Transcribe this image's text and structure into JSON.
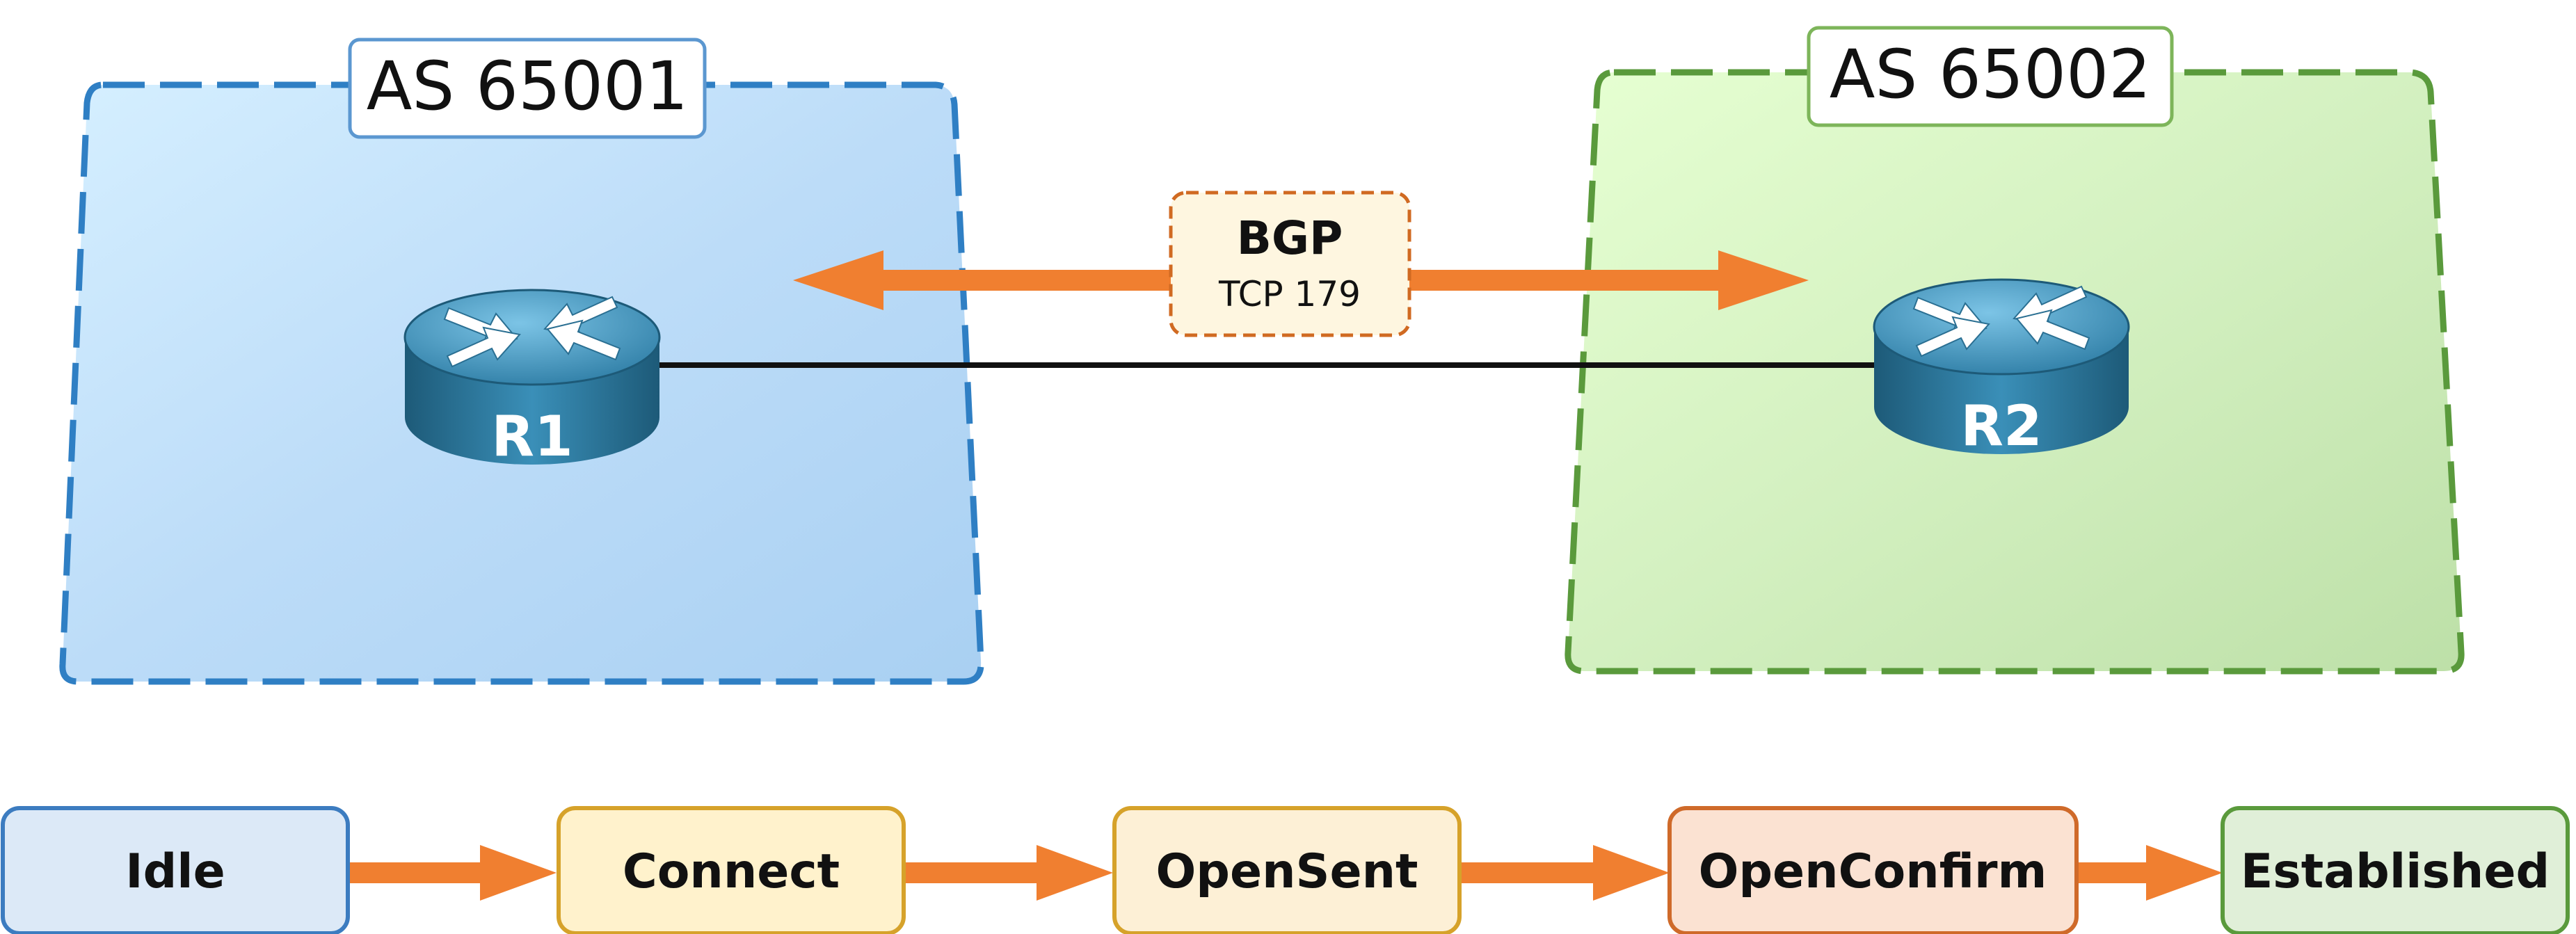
{
  "autonomous_systems": [
    {
      "label": "AS 65001",
      "router": "R1",
      "color": "#2f7fc4",
      "fill": "#bfe1fb"
    },
    {
      "label": "AS 65002",
      "router": "R2",
      "color": "#5a9a3c",
      "fill": "#d3f0c0"
    }
  ],
  "session": {
    "protocol": "BGP",
    "transport": "TCP 179",
    "arrow_color": "#f07f30",
    "box_border": "#d06a22",
    "box_fill": "#fef6e0"
  },
  "states": [
    {
      "label": "Idle",
      "fill": "#dce9f7",
      "border": "#3c7cc0"
    },
    {
      "label": "Connect",
      "fill": "#fff2cc",
      "border": "#d6a22a"
    },
    {
      "label": "OpenSent",
      "fill": "#fdf0d6",
      "border": "#d6a22a"
    },
    {
      "label": "OpenConfirm",
      "fill": "#fbe2d2",
      "border": "#cf6a2a"
    },
    {
      "label": "Established",
      "fill": "#e0efd8",
      "border": "#5a9a3c"
    }
  ]
}
